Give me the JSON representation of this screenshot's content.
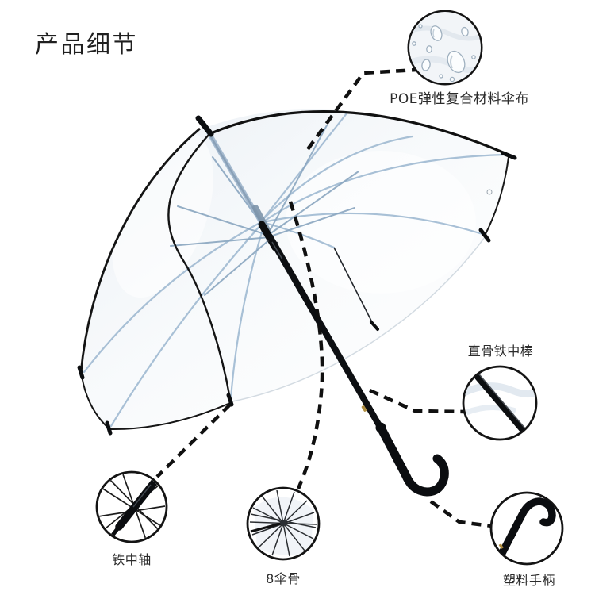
{
  "page": {
    "title": "产品细节"
  },
  "callouts": {
    "fabric": {
      "label": "POE弹性复合材料伞布"
    },
    "rod": {
      "label": "直骨铁中棒"
    },
    "axle": {
      "label": "铁中轴"
    },
    "ribs": {
      "label": "8伞骨"
    },
    "handle": {
      "label": "塑料手柄"
    }
  },
  "colors": {
    "background": "#ffffff",
    "ink": "#111111",
    "trim_black": "#141414",
    "rib_blue": "#a4bdd4",
    "stretcher_blue": "#8aa6c0",
    "film_tint": "#e7edf3",
    "gold_pin": "#b08f42",
    "label_text": "#2b2b2b"
  }
}
